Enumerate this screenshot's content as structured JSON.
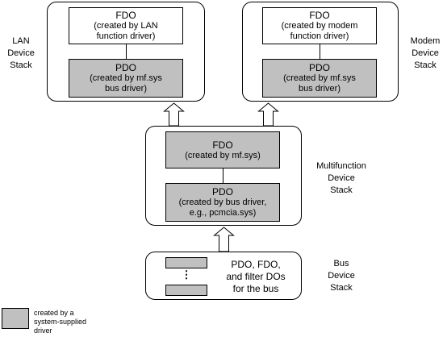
{
  "lan_stack": {
    "label": [
      "LAN",
      "Device",
      "Stack"
    ],
    "fdo": {
      "title": "FDO",
      "sub": [
        "(created by LAN",
        "function driver)"
      ]
    },
    "pdo": {
      "title": "PDO",
      "sub": [
        "(created by mf.sys",
        "bus driver)"
      ]
    }
  },
  "modem_stack": {
    "label": [
      "Modem",
      "Device",
      "Stack"
    ],
    "fdo": {
      "title": "FDO",
      "sub": [
        "(created by modem",
        "function driver)"
      ]
    },
    "pdo": {
      "title": "PDO",
      "sub": [
        "(created by mf.sys",
        "bus driver)"
      ]
    }
  },
  "multifunction_stack": {
    "label": [
      "Multifunction",
      "Device",
      "Stack"
    ],
    "fdo": {
      "title": "FDO",
      "sub": [
        "(created by mf.sys)"
      ]
    },
    "pdo": {
      "title": "PDO",
      "sub": [
        "(created by bus driver,",
        "e.g., pcmcia.sys)"
      ]
    }
  },
  "bus_stack": {
    "label": [
      "Bus",
      "Device",
      "Stack"
    ],
    "ellipsis": "⋮",
    "text": [
      "PDO, FDO,",
      "and filter DOs",
      "for the bus"
    ]
  },
  "legend": {
    "text": [
      "created by a",
      "system-supplied",
      "driver"
    ],
    "swatch_color": "#c0c0c0"
  }
}
